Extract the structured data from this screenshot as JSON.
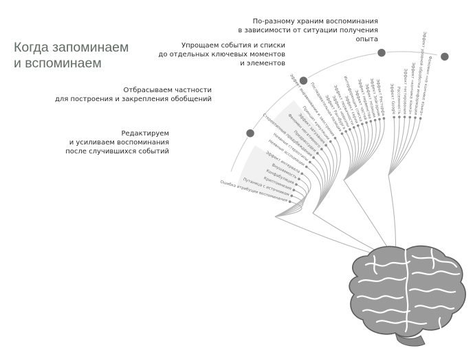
{
  "title": [
    "Когда запоминаем",
    "и вспоминаем"
  ],
  "stages": [
    {
      "id": "edit",
      "label": [
        "Редактируем",
        "и усиливаем воспоминания",
        "после случившихся событий"
      ],
      "effects": [
        "Ошибка атрибуции воспоминания",
        "Путаница с источником",
        "Криптомнезия",
        "Конфабуляция",
        "Внушаемость",
        "Эффект интервала"
      ]
    },
    {
      "id": "generalize",
      "label": [
        "Отбрасываем частности",
        "для построения и закрепления обобщений"
      ],
      "effects": [
        "Неявные ассоциации",
        "Неявные стереотипы",
        "Стереотипные предубеждения",
        "Предрассудки",
        "Феномен негативного",
        "Эффект затухания",
        "Принцип кумуляции",
        "Эффект выравнивания и заострения"
      ]
    },
    {
      "id": "simplify",
      "label": [
        "Упрощаем события и списки",
        "до отдельных ключевых моментов",
        "и элементов"
      ],
      "effects": [
        "Последовательная позиция",
        "Эффект Ранчбурга",
        "Эффект новизны",
        "Эффект первичности",
        "Эффект серии",
        "Интерференция списка",
        "Эффект частей",
        "Эффект первенства",
        "Эффект позиции",
        "Эффект Зейгарник",
        "Эффект Ресторфа"
      ]
    },
    {
      "id": "context",
      "label": [
        "По-разному храним воспоминания",
        "в зависимости от ситуации получения",
        "опыта"
      ],
      "effects": [
        "Эффект Google",
        "Рассеянность",
        "Эффект тестирования",
        "Эффект «кончика языка»",
        "Эффект уровней обработки информации",
        "Феномен «на кончике языка»"
      ]
    }
  ],
  "icons": {
    "brain": "brain-icon"
  },
  "colors": {
    "title": "#5f6b64",
    "stage_dot": "#6e6e6e",
    "branch": "#b4b4b4",
    "effect_text": "#6a6a6a",
    "brain": "#8f8f8f"
  }
}
